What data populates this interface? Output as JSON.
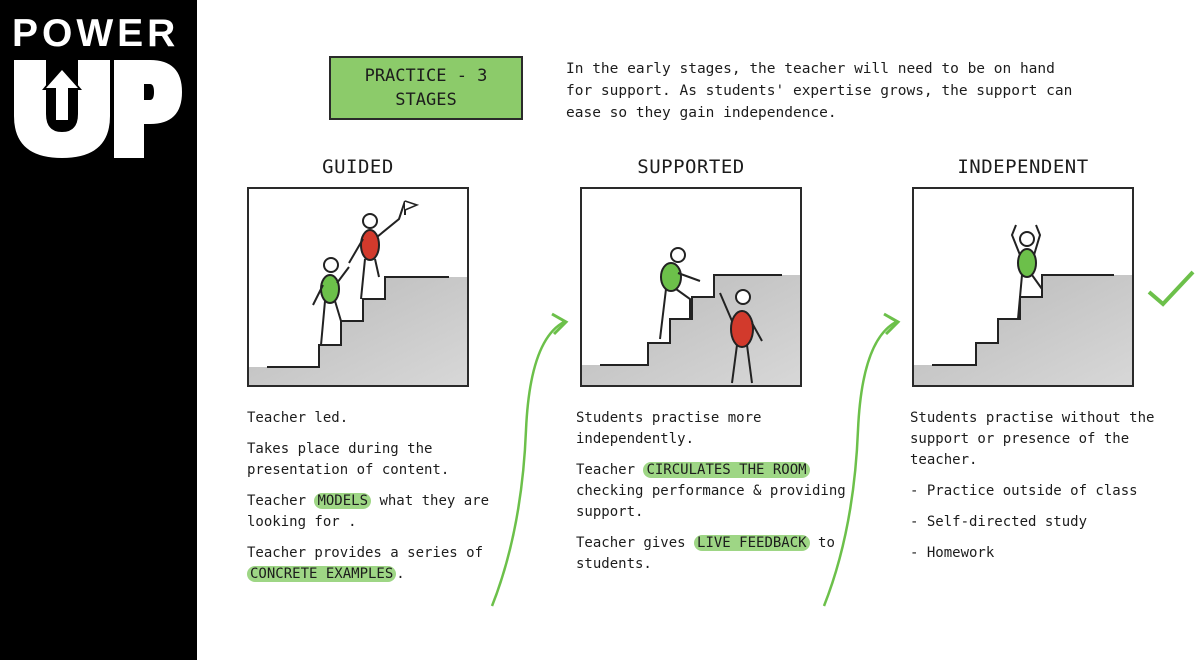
{
  "logo": {
    "line1": "POWER",
    "line2": "UP"
  },
  "title": "PRACTICE - 3\nSTAGES",
  "intro": "In the early stages, the teacher will need to be on hand\nfor support. As students' expertise grows, the support can\nease so they gain independence.",
  "colors": {
    "accent_green": "#8ccb6a",
    "highlight_green": "#9ed685",
    "figure_red": "#d23a2c",
    "figure_green": "#6cc04a",
    "step_grey": "#c8c8c8"
  },
  "stages": [
    {
      "heading": "GUIDED",
      "paragraphs": [
        [
          {
            "t": "Teacher led."
          }
        ],
        [
          {
            "t": "Takes place during the presentation of content."
          }
        ],
        [
          {
            "t": "Teacher "
          },
          {
            "t": "MODELS",
            "h": true
          },
          {
            "t": " what they are looking for ."
          }
        ],
        [
          {
            "t": "Teacher provides a series of "
          },
          {
            "t": "CONCRETE EXAMPLES",
            "h": true
          },
          {
            "t": "."
          }
        ]
      ]
    },
    {
      "heading": "SUPPORTED",
      "paragraphs": [
        [
          {
            "t": "Students practise more independently."
          }
        ],
        [
          {
            "t": "Teacher "
          },
          {
            "t": "CIRCULATES THE ROOM",
            "h": true
          },
          {
            "t": " checking performance & providing support."
          }
        ],
        [
          {
            "t": "Teacher gives "
          },
          {
            "t": "LIVE FEEDBACK",
            "h": true
          },
          {
            "t": " to students."
          }
        ]
      ]
    },
    {
      "heading": "INDEPENDENT",
      "paragraphs": [
        [
          {
            "t": "Students practise without the support or presence of the teacher."
          }
        ],
        [
          {
            "t": "- Practice outside of class"
          }
        ],
        [
          {
            "t": "- Self-directed study"
          }
        ],
        [
          {
            "t": "- Homework"
          }
        ]
      ]
    }
  ],
  "icons": [
    "flag-icon",
    "checkmark-icon",
    "arrow-icon"
  ]
}
